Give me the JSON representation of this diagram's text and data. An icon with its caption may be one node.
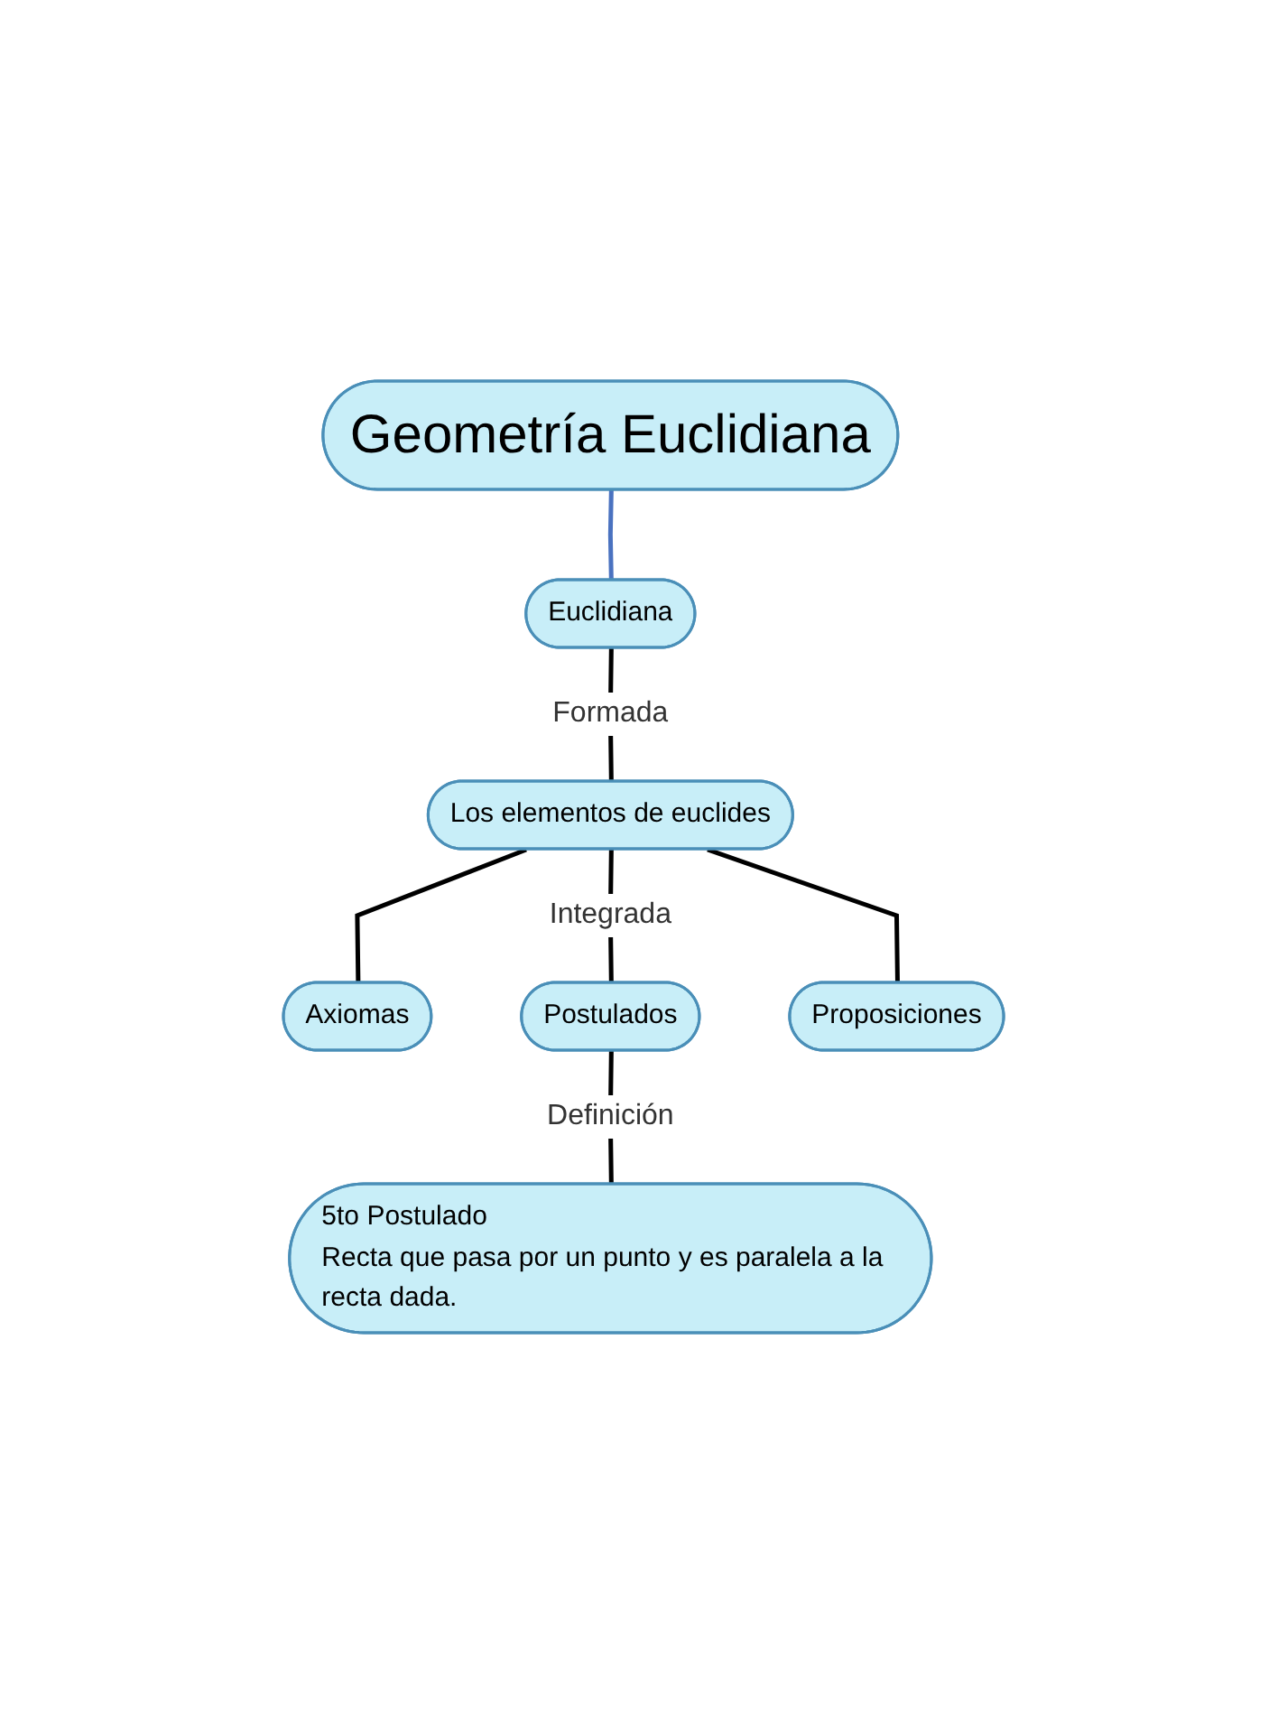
{
  "diagram": {
    "nodes": [
      {
        "text": [
          "Geometría Euclidiana"
        ]
      },
      {
        "text": [
          "Euclidiana"
        ]
      },
      {
        "text": [
          "Los elementos de euclides"
        ]
      },
      {
        "text": [
          "Axiomas"
        ]
      },
      {
        "text": [
          "Postulados"
        ]
      },
      {
        "text": [
          "Proposiciones"
        ]
      },
      {
        "text": [
          "5to Postulado",
          "Recta que pasa por un punto y es paralela a la recta dada."
        ]
      }
    ],
    "edges": [
      {
        "from": 0,
        "to": 1,
        "arrow": "none",
        "color": "#4a72c0"
      },
      {
        "from": 1,
        "to": 2,
        "arrow": "none",
        "label": "Formada"
      },
      {
        "from": 2,
        "to": 3,
        "arrow": "none"
      },
      {
        "from": 2,
        "to": 4,
        "arrow": "none",
        "label": "Integrada"
      },
      {
        "from": 2,
        "to": 5,
        "arrow": "none"
      },
      {
        "from": 4,
        "to": 6,
        "arrow": "none",
        "label": "Definición"
      }
    ]
  }
}
